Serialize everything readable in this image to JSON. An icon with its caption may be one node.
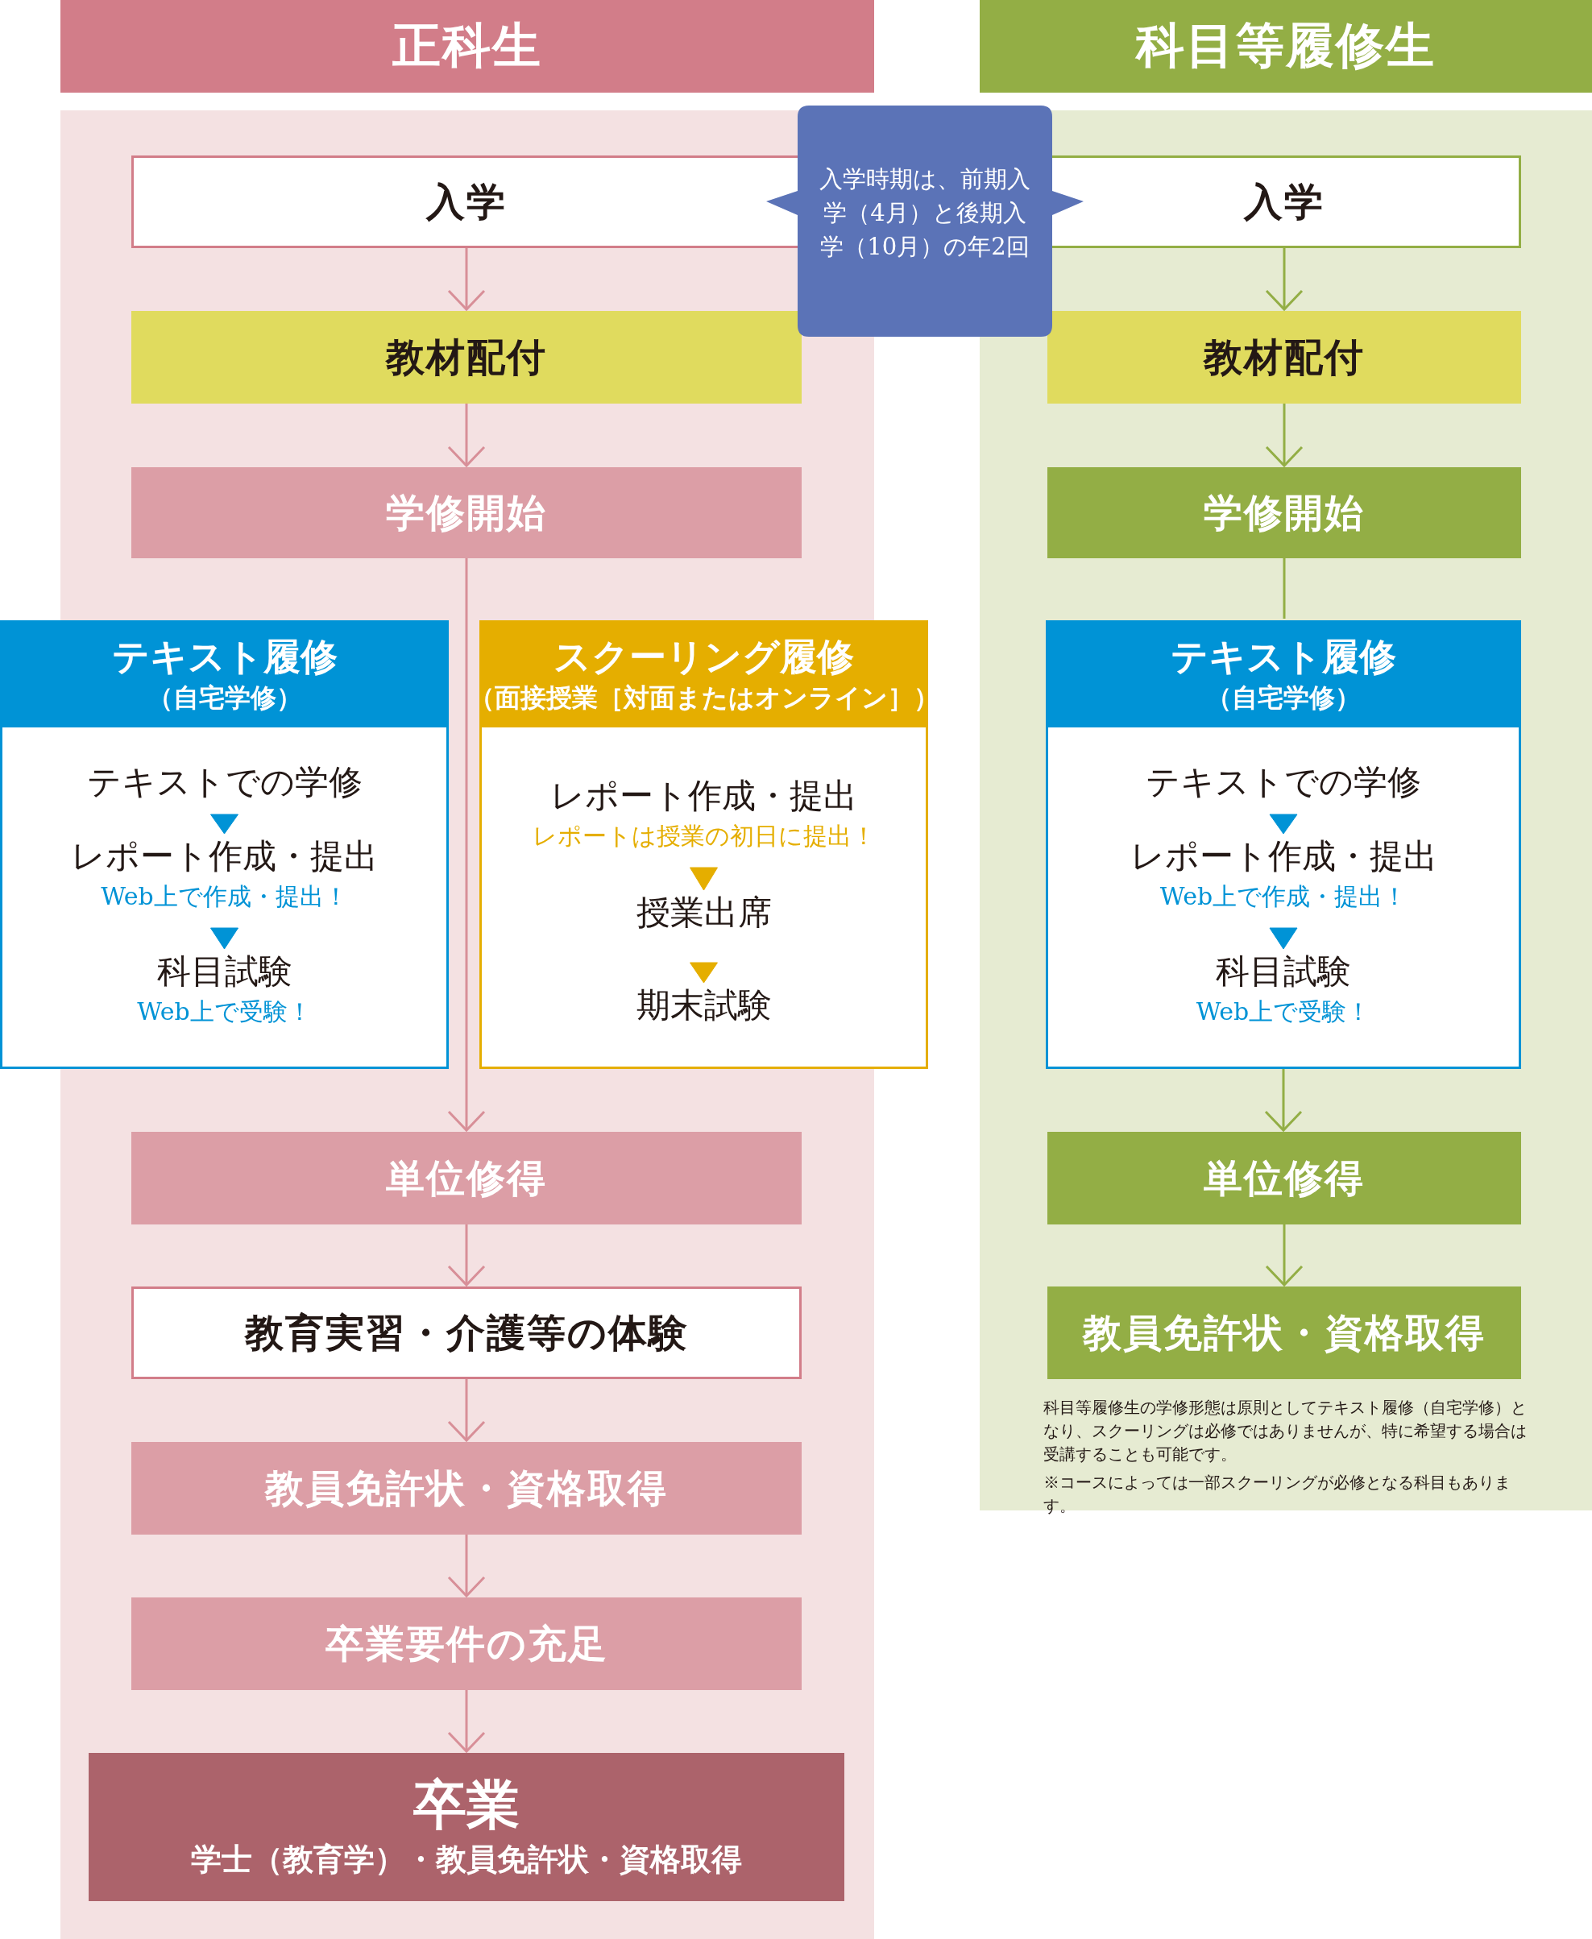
{
  "diagram": {
    "nodes": [
      {
        "text": [
          "正科生"
        ]
      },
      {
        "text": [
          "科目等履修生"
        ]
      },
      {
        "text": [
          "入学"
        ]
      },
      {
        "text": [
          "教材配付"
        ]
      },
      {
        "text": [
          "学修開始"
        ]
      },
      {
        "text": [
          "テキスト履修",
          "（自宅学修）"
        ]
      },
      {
        "text": [
          "テキストでの学修"
        ],
        "in": 5
      },
      {
        "text": [
          "レポート作成・提出",
          "Web上で作成・提出！"
        ],
        "in": 5
      },
      {
        "text": [
          "科目試験",
          "Web上で受験！"
        ],
        "in": 5
      },
      {
        "text": [
          "スクーリング履修",
          "（面接授業［対面またはオンライン］）"
        ]
      },
      {
        "text": [
          "レポート作成・提出",
          "レポートは授業の初日に提出！"
        ],
        "in": 9
      },
      {
        "text": [
          "授業出席"
        ],
        "in": 9
      },
      {
        "text": [
          "期末試験"
        ],
        "in": 9
      },
      {
        "text": [
          "単位修得"
        ]
      },
      {
        "text": [
          "教育実習・介護等の体験"
        ]
      },
      {
        "text": [
          "教員免許状・資格取得"
        ]
      },
      {
        "text": [
          "卒業要件の充足"
        ]
      },
      {
        "text": [
          "卒業",
          "学士（教育学）・教員免許状・資格取得"
        ]
      },
      {
        "text": [
          "入学時期は、前期入学（4月）と後期入学（10月）の年2回"
        ]
      },
      {
        "text": [
          "入学"
        ]
      },
      {
        "text": [
          "教材配付"
        ]
      },
      {
        "text": [
          "学修開始"
        ]
      },
      {
        "text": [
          "テキスト履修",
          "（自宅学修）"
        ]
      },
      {
        "text": [
          "テキストでの学修"
        ],
        "in": 22
      },
      {
        "text": [
          "レポート作成・提出",
          "Web上で作成・提出！"
        ],
        "in": 22
      },
      {
        "text": [
          "科目試験",
          "Web上で受験！"
        ],
        "in": 22
      },
      {
        "text": [
          "単位修得"
        ]
      },
      {
        "text": [
          "教員免許状・資格取得"
        ]
      }
    ],
    "edges": [
      {
        "from": 2,
        "to": 3,
        "arrow": "to"
      },
      {
        "from": 3,
        "to": 4,
        "arrow": "to"
      },
      {
        "from": 4,
        "to": 13,
        "arrow": "to"
      },
      {
        "from": 6,
        "to": 7,
        "arrow": "to",
        "color": "#0093d6"
      },
      {
        "from": 7,
        "to": 8,
        "arrow": "to",
        "color": "#0093d6"
      },
      {
        "from": 10,
        "to": 11,
        "arrow": "to",
        "color": "#e5ae00"
      },
      {
        "from": 11,
        "to": 12,
        "arrow": "to",
        "color": "#e5ae00"
      },
      {
        "from": 13,
        "to": 14,
        "arrow": "to"
      },
      {
        "from": 14,
        "to": 15,
        "arrow": "to"
      },
      {
        "from": 15,
        "to": 16,
        "arrow": "to"
      },
      {
        "from": 16,
        "to": 17,
        "arrow": "to"
      },
      {
        "from": 19,
        "to": 20,
        "arrow": "to",
        "color": "#93ae45"
      },
      {
        "from": 20,
        "to": 21,
        "arrow": "to",
        "color": "#93ae45"
      },
      {
        "from": 21,
        "to": 22,
        "arrow": "none",
        "color": "#93ae45"
      },
      {
        "from": 23,
        "to": 24,
        "arrow": "to",
        "color": "#0093d6"
      },
      {
        "from": 24,
        "to": 25,
        "arrow": "to",
        "color": "#0093d6"
      },
      {
        "from": 22,
        "to": 26,
        "arrow": "to",
        "color": "#93ae45"
      },
      {
        "from": 26,
        "to": 27,
        "arrow": "to",
        "color": "#93ae45"
      }
    ],
    "labels": [
      "科目等履修生の学修形態は原則としてテキスト履修（自宅学修）となり、スクーリングは必修ではありませんが、特に希望する場合は受講することも可能です。",
      "※コースによっては一部スクーリングが必修となる科目もあります。"
    ]
  }
}
